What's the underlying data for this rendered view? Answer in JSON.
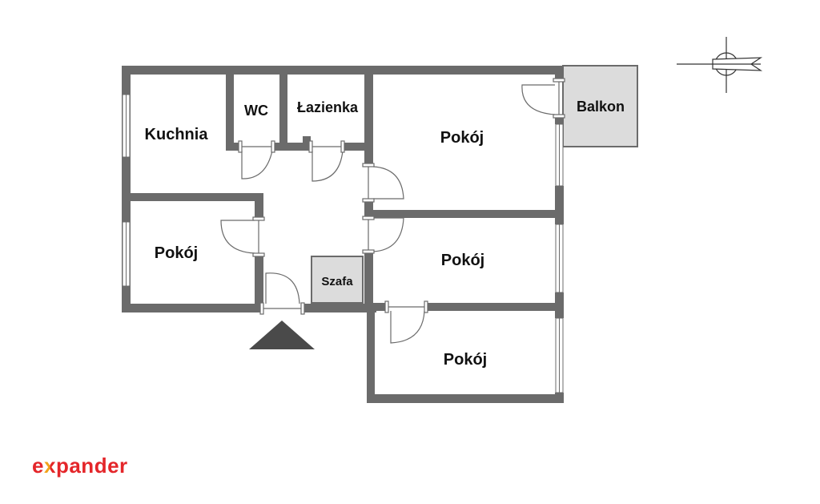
{
  "rooms": {
    "kitchen": "Kuchnia",
    "wc": "WC",
    "bathroom": "Łazienka",
    "room_top_right": "Pokój",
    "balcony": "Balkon",
    "room_left": "Pokój",
    "wardrobe": "Szafa",
    "room_middle_right": "Pokój",
    "room_bottom_right": "Pokój"
  },
  "brand": {
    "part1": "e",
    "part2": "x",
    "part3": "pander"
  },
  "colors": {
    "wall": "#6b6b6b",
    "balcony_fill": "#dcdcdc",
    "entrance_arrow": "#4a4a4a",
    "brand_red": "#e4262a",
    "brand_orange": "#f2a31b"
  },
  "icons": {
    "compass": "north-arrow-icon",
    "entrance": "entrance-arrow-icon"
  }
}
